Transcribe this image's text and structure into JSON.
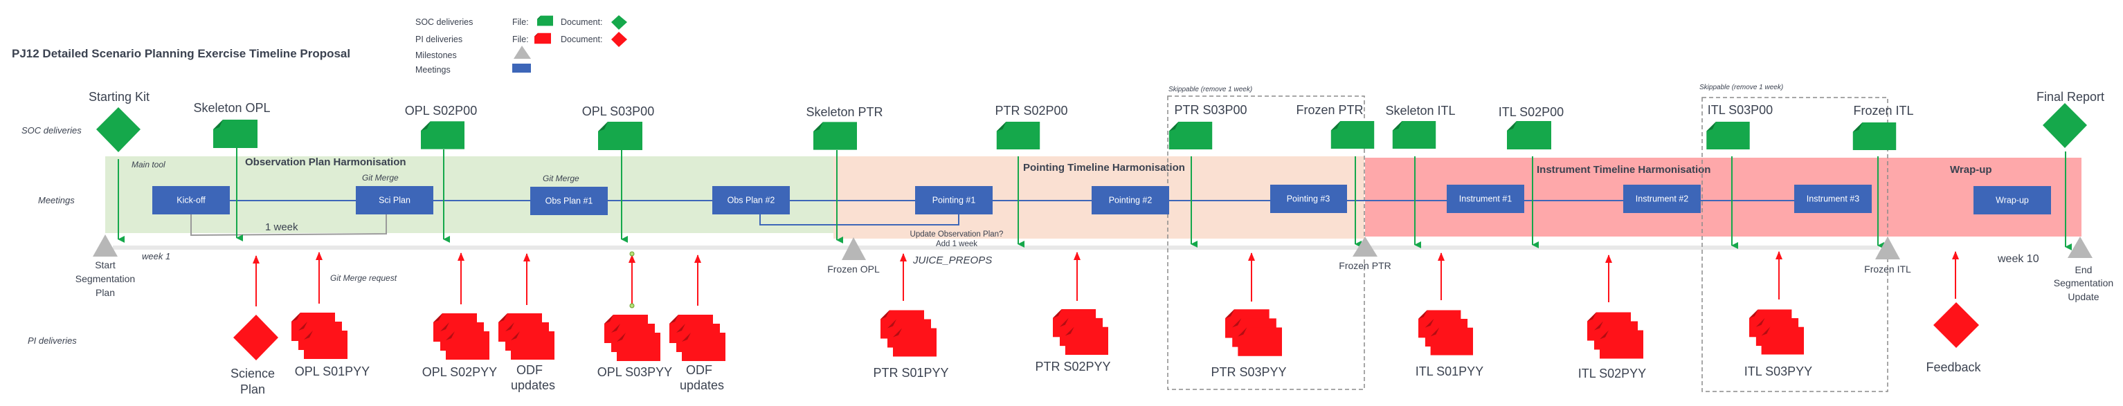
{
  "title": "PJ12 Detailed Scenario Planning Exercise Timeline Proposal",
  "legend": {
    "soc_label": "SOC deliveries",
    "pi_label": "PI deliveries",
    "milestones_label": "Milestones",
    "meetings_label": "Meetings",
    "file_label": "File:",
    "document_label": "Document:"
  },
  "rows": {
    "soc": "SOC deliveries",
    "meetings": "Meetings",
    "pi": "PI deliveries"
  },
  "phases": [
    "Observation Plan Harmonisation",
    "Pointing Timeline Harmonisation",
    "Instrument Timeline Harmonisation",
    "Wrap-up"
  ],
  "soc_deliveries": [
    {
      "label": "Starting Kit",
      "type": "document"
    },
    {
      "label": "Skeleton OPL",
      "type": "file"
    },
    {
      "label": "OPL S02P00",
      "type": "file"
    },
    {
      "label": "OPL S03P00",
      "type": "file"
    },
    {
      "label": "Skeleton PTR",
      "type": "file"
    },
    {
      "label": "PTR S02P00",
      "type": "file"
    },
    {
      "label": "PTR S03P00",
      "type": "file"
    },
    {
      "label": "Frozen PTR",
      "type": "file"
    },
    {
      "label": "Skeleton ITL",
      "type": "file"
    },
    {
      "label": "ITL S02P00",
      "type": "file"
    },
    {
      "label": "ITL S03P00",
      "type": "file"
    },
    {
      "label": "Frozen ITL",
      "type": "file"
    },
    {
      "label": "Final Report",
      "type": "document"
    }
  ],
  "meetings": [
    "Kick-off",
    "Sci Plan",
    "Obs Plan #1",
    "Obs Plan #2",
    "Pointing #1",
    "Pointing #2",
    "Pointing #3",
    "Instrument #1",
    "Instrument #2",
    "Instrument #3",
    "Wrap-up"
  ],
  "milestones": [
    {
      "lines": [
        "Start",
        "Segmentation",
        "Plan"
      ]
    },
    {
      "lines": [
        "Frozen OPL"
      ]
    },
    {
      "lines": [
        "Frozen PTR"
      ]
    },
    {
      "lines": [
        "Frozen ITL"
      ]
    },
    {
      "lines": [
        "End",
        "Segmentation",
        "Update"
      ]
    }
  ],
  "pi_deliveries": [
    {
      "lines": [
        "Science",
        "Plan"
      ],
      "type": "document"
    },
    {
      "lines": [
        "OPL S01PYY"
      ],
      "type": "files"
    },
    {
      "lines": [
        "OPL S02PYY"
      ],
      "type": "files"
    },
    {
      "lines": [
        "ODF",
        "updates"
      ],
      "type": "files"
    },
    {
      "lines": [
        "OPL S03PYY"
      ],
      "type": "files"
    },
    {
      "lines": [
        "ODF",
        "updates"
      ],
      "type": "files"
    },
    {
      "lines": [
        "PTR S01PYY"
      ],
      "type": "files"
    },
    {
      "lines": [
        "PTR S02PYY"
      ],
      "type": "files"
    },
    {
      "lines": [
        "PTR S03PYY"
      ],
      "type": "files"
    },
    {
      "lines": [
        "ITL S01PYY"
      ],
      "type": "files"
    },
    {
      "lines": [
        "ITL S02PYY"
      ],
      "type": "files"
    },
    {
      "lines": [
        "ITL S03PYY"
      ],
      "type": "files"
    },
    {
      "lines": [
        "Feedback"
      ],
      "type": "document"
    }
  ],
  "annotations": {
    "main_tool": "Main tool",
    "git_merge": "Git Merge",
    "one_week": "1 week",
    "git_merge_request": "Git Merge request",
    "week_start": "week 1",
    "week_end": "week 10",
    "update_obs_plan": "Update Observation Plan?",
    "add_week": "Add 1 week",
    "juice_preops": "JUICE_PREOPS",
    "skippable": "Skippable (remove 1 week)"
  },
  "colors": {
    "soc_green": "#15a84b",
    "pi_red": "#ff1219",
    "meeting_blue": "#3d66b8",
    "milestone_gray": "#b7b7b7",
    "phase_obs": "#deedd4",
    "phase_pointing": "#fae0d2",
    "phase_instrument": "#fea8aa"
  }
}
